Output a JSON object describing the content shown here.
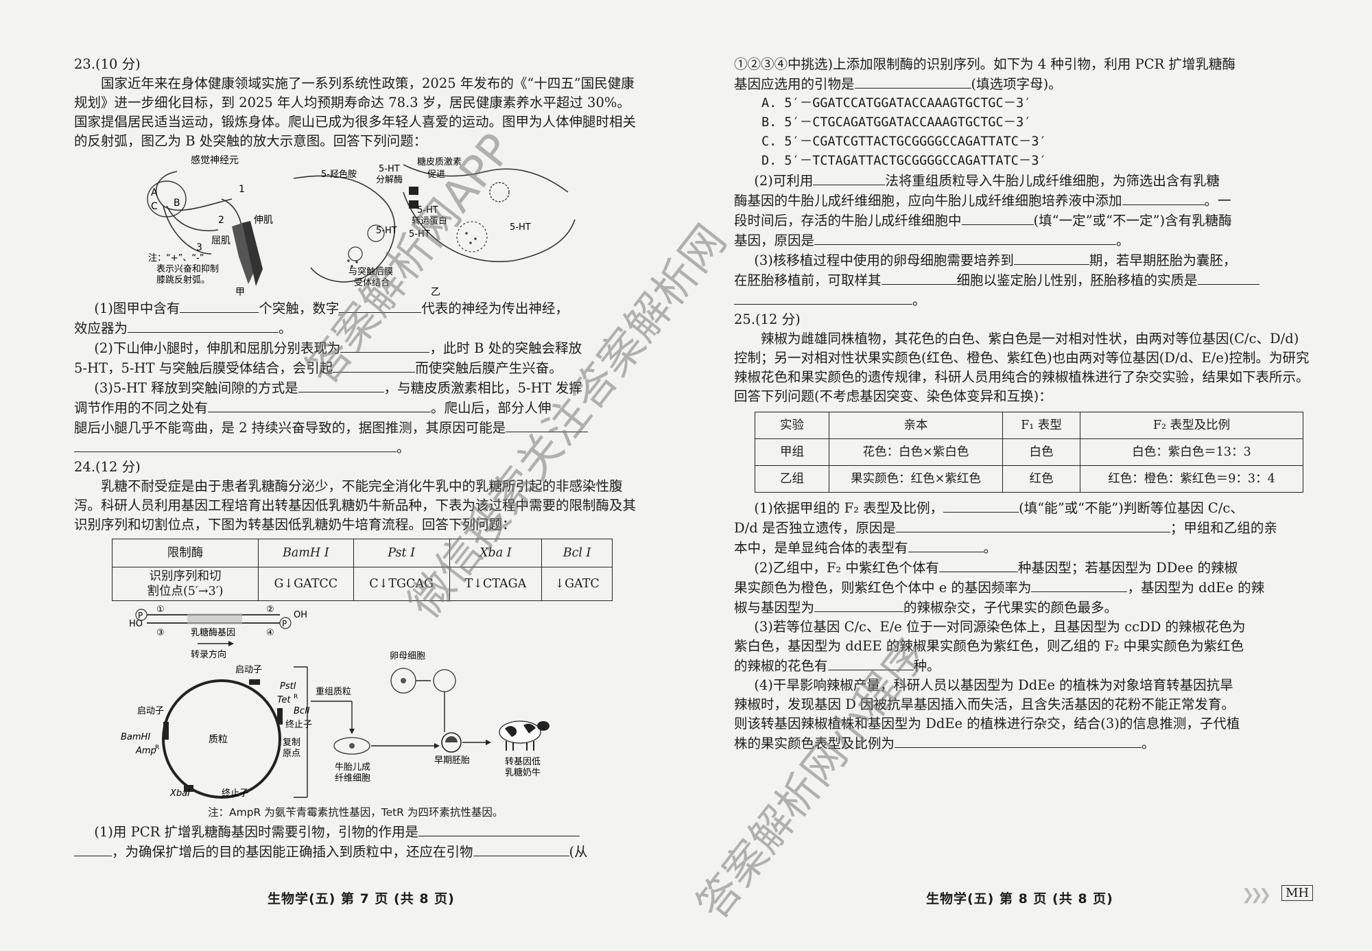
{
  "left": {
    "q23": {
      "header": "23.(10 分)",
      "intro": "国家近年来在身体健康领域实施了一系列系统性政策，2025 年发布的《“十四五”国民健康规划》进一步细化目标，到 2025 年人均预期寿命达 78.3 岁，居民健康素养水平超过 30%。国家提倡居民适当运动，锻炼身体。爬山已成为很多年轻人喜爱的运动。图甲为人体伸腿时相关的反射弧，图乙为 B 处突触的放大示意图。回答下列问题：",
      "fig": {
        "sensory": "感觉神经元",
        "n1": "1",
        "n2": "2",
        "n3": "3",
        "A": "A",
        "B": "B",
        "C": "C",
        "extensor": "伸肌",
        "flexor": "屈肌",
        "note1": "注：“+”、“-”",
        "note2": "表示兴奋和抑制",
        "note3": "膝跳反射弧。",
        "jia": "甲",
        "hydroxy": "5-羟色胺",
        "ht_decomp1": "5-HT",
        "ht_decomp2": "分解酶",
        "glucocorticoid": "糖皮质激素",
        "promote": "促进",
        "ht": "5-HT",
        "transporter1": "5-HT",
        "transporter2": "转运蛋白",
        "ht2": "5-HT",
        "ht3": "5-HT",
        "bind1": "与突触后膜",
        "bind2": "受体结合",
        "yi": "乙"
      },
      "s1a": "(1)图甲中含有",
      "s1b": "个突触，数字",
      "s1c": "代表的神经为传出神经，",
      "s1d": "效应器为",
      "s1e": "。",
      "s2a": "(2)下山伸小腿时，伸肌和屈肌分别表现为",
      "s2b": "，此时 B 处的突触会释放",
      "s2c": "5-HT，5-HT 与突触后膜受体结合，会引起",
      "s2d": "而使突触后膜产生兴奋。",
      "s3a": "(3)5-HT 释放到突触间隙的方式是",
      "s3b": "，与糖皮质激素相比，5-HT 发挥",
      "s3c": "调节作用的不同之处有",
      "s3d": "。爬山后，部分人伸",
      "s3e": "腿后小腿几乎不能弯曲，是 2 持续兴奋导致的，据图推测，其原因可能是",
      "s3f": "。"
    },
    "q24": {
      "header": "24.(12 分)",
      "intro": "乳糖不耐受症是由于患者乳糖酶分泌少，不能完全消化牛乳中的乳糖所引起的非感染性腹泻。科研人员利用基因工程培育出转基因低乳糖奶牛新品种，下表为该过程中需要的限制酶及其识别序列和切割位点，下图为转基因低乳糖奶牛培育流程。回答下列问题：",
      "table": {
        "h0": "限制酶",
        "h1": "BamH Ⅰ",
        "h2": "Pst Ⅰ",
        "h3": "Xba Ⅰ",
        "h4": "Bcl Ⅰ",
        "r0a": "识别序列和切",
        "r0b": "割位点(5′→3′)",
        "c1": "G↓GATCC",
        "c2": "C↓TGCAG",
        "c3": "T↓CTAGA",
        "c4": "↓GATC"
      },
      "fig": {
        "c1": "①",
        "c2": "②",
        "c3": "③",
        "c4": "④",
        "p": "P",
        "oh": "OH",
        "ho": "HO",
        "gene": "乳糖酶基因",
        "dir": "转录方向",
        "promoter_top": "启动子",
        "pst": "PstⅠ",
        "tet": "Tet",
        "bcl": "BclⅠ",
        "terminator_right": "终止子",
        "promoter_left": "启动子",
        "bamh": "BamHⅠ",
        "amp": "Amp",
        "plasmid": "质粒",
        "ori1": "复制",
        "ori2": "原点",
        "xba": "XbaⅠ",
        "terminator_bottom": "终止子",
        "recomb": "重组质粒",
        "egg": "卵母细胞",
        "fibro1": "牛胎儿成",
        "fibro2": "纤维细胞",
        "embryo": "早期胚胎",
        "cow1": "转基因低",
        "cow2": "乳糖奶牛",
        "sup": "R"
      },
      "fig_note": "注：AmpR 为氨苄青霉素抗性基因，TetR 为四环素抗性基因。",
      "s1a": "(1)用 PCR 扩增乳糖酶基因时需要引物，引物的作用是",
      "s1b": "，为确保扩增后的目的基因能正确插入到质粒中，还应在引物",
      "s1c": "(从"
    },
    "footer": "生物学(五) 第 7 页 (共 8 页)"
  },
  "right": {
    "q24cont": {
      "l1": "①②③④中挑选)上添加限制酶的识别序列。如下为 4 种引物，利用 PCR 扩增乳糖酶",
      "l2a": "基因应选用的引物是",
      "l2b": "(填选项字母)。",
      "optA": "A. 5′－GGATCCATGGATACCAAAGTGCTGC－3′",
      "optB": "B. 5′－CTGCAGATGGATACCAAAGTGCTGC－3′",
      "optC": "C. 5′－CGATCGTTACTGCGGGGCCAGATTATC－3′",
      "optD": "D. 5′－TCTAGATTACTGCGGGGCCAGATTATC－3′",
      "s2a": "(2)可利用",
      "s2b": "法将重组质粒导入牛胎儿成纤维细胞，为筛选出含有乳糖",
      "s2c": "酶基因的牛胎儿成纤维细胞，应向牛胎儿成纤维细胞培养液中添加",
      "s2d": "。一",
      "s2e": "段时间后，存活的牛胎儿成纤维细胞中",
      "s2f": "(填“一定”或“不一定”)含有乳糖酶",
      "s2g": "基因，原因是",
      "s2h": "。",
      "s3a": "(3)核移植过程中使用的卵母细胞需要培养到",
      "s3b": "期，若早期胚胎为囊胚，",
      "s3c": "在胚胎移植前，可取样其",
      "s3d": "细胞以鉴定胎儿性别，胚胎移植的实质是",
      "s3e": "。"
    },
    "q25": {
      "header": "25.(12 分)",
      "intro": "辣椒为雌雄同株植物，其花色的白色、紫白色是一对相对性状，由两对等位基因(C/c、D/d)控制；另一对相对性状果实颜色(红色、橙色、紫红色)也由两对等位基因(D/d、E/e)控制。为研究辣椒花色和果实颜色的遗传规律，科研人员用纯合的辣椒植株进行了杂交实验，结果如下表所示。回答下列问题(不考虑基因突变、染色体变异和互换)：",
      "table": {
        "h0": "实验",
        "h1": "亲本",
        "h2": "F₁ 表型",
        "h3": "F₂ 表型及比例",
        "r1": [
          "甲组",
          "花色：白色×紫白色",
          "白色",
          "白色：紫白色＝13：3"
        ],
        "r2": [
          "乙组",
          "果实颜色：红色×紫红色",
          "红色",
          "红色：橙色：紫红色＝9：3：4"
        ]
      },
      "s1a": "(1)依据甲组的 F₂ 表型及比例，",
      "s1b": "(填“能”或“不能”)判断等位基因 C/c、",
      "s1c": "D/d 是否独立遗传，原因是",
      "s1d": "；甲组和乙组的亲",
      "s1e": "本中，是单显纯合体的表型有",
      "s1f": "。",
      "s2a": "(2)乙组中，F₂ 中紫红色个体有",
      "s2b": "种基因型；若基因型为 DDee 的辣椒",
      "s2c": "果实颜色为橙色，则紫红色个体中 e 的基因频率为",
      "s2d": "，基因型为 ddEe 的辣",
      "s2e": "椒与基因型为",
      "s2f": "的辣椒杂交，子代果实的颜色最多。",
      "s3a": "(3)若等位基因 C/c、E/e 位于一对同源染色体上，且基因型为 ccDD 的辣椒花色为",
      "s3b": "紫白色，基因型为 ddEE 的辣椒果实颜色为紫红色，则乙组的 F₂ 中果实颜色为紫红色",
      "s3c": "的辣椒的花色有",
      "s3d": "种。",
      "s4a": "(4)干旱影响辣椒产量，科研人员以基因型为 DdEe 的植株为对象培育转基因抗旱",
      "s4b": "辣椒时，发现基因 D 因被抗旱基因插入而失活，且含失活基因的花粉不能正常发育。",
      "s4c": "则该转基因辣椒植株和基因型为 DdEe 的植株进行杂交，结合(3)的信息推测，子代植",
      "s4d": "株的果实颜色表型及比例为",
      "s4e": "。"
    },
    "footer": "生物学(五) 第 8 页 (共 8 页)",
    "badge": "MH"
  },
  "watermark": {
    "w1": "答案解析网APP",
    "w2": "微信搜索关注答案解析网",
    "w3": "答案解析网小程序"
  }
}
